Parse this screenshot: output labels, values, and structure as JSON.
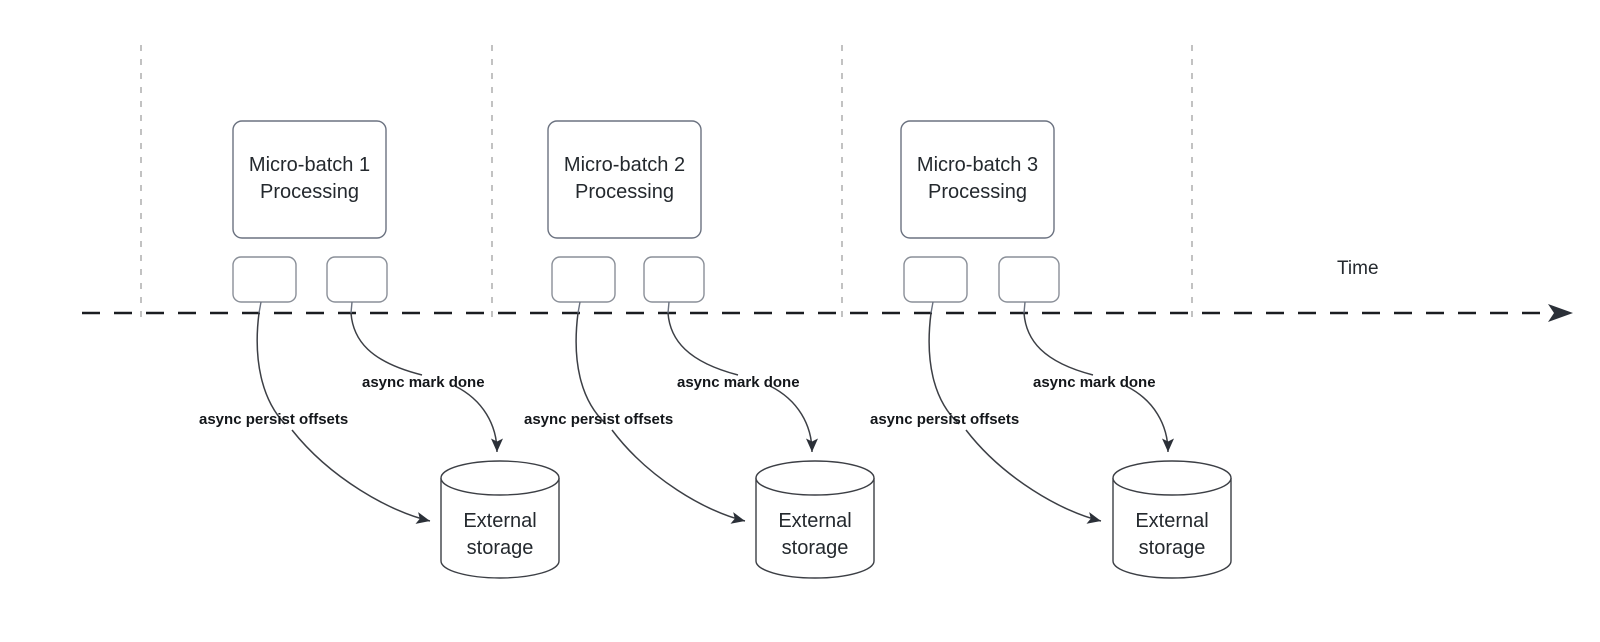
{
  "diagram": {
    "title_present": false,
    "timeline": {
      "axis_label": "Time",
      "style": "dashed-arrow-right"
    },
    "groups": [
      {
        "id": "group-1",
        "batch": {
          "label_line1": "Micro-batch 1",
          "label_line2": "Processing"
        },
        "tasks": [
          {
            "id": "task-1a",
            "label": ""
          },
          {
            "id": "task-1b",
            "label": ""
          }
        ],
        "edges": [
          {
            "id": "edge-persist-1",
            "label": "async persist offsets"
          },
          {
            "id": "edge-mark-1",
            "label": "async mark done"
          }
        ],
        "storage": {
          "label_line1": "External",
          "label_line2": "storage"
        }
      },
      {
        "id": "group-2",
        "batch": {
          "label_line1": "Micro-batch 2",
          "label_line2": "Processing"
        },
        "tasks": [
          {
            "id": "task-2a",
            "label": ""
          },
          {
            "id": "task-2b",
            "label": ""
          }
        ],
        "edges": [
          {
            "id": "edge-persist-2",
            "label": "async persist offsets"
          },
          {
            "id": "edge-mark-2",
            "label": "async mark done"
          }
        ],
        "storage": {
          "label_line1": "External",
          "label_line2": "storage"
        }
      },
      {
        "id": "group-3",
        "batch": {
          "label_line1": "Micro-batch 3",
          "label_line2": "Processing"
        },
        "tasks": [
          {
            "id": "task-3a",
            "label": ""
          },
          {
            "id": "task-3b",
            "label": ""
          }
        ],
        "edges": [
          {
            "id": "edge-persist-3",
            "label": "async persist offsets"
          },
          {
            "id": "edge-mark-3",
            "label": "async mark done"
          }
        ],
        "storage": {
          "label_line1": "External",
          "label_line2": "storage"
        }
      }
    ],
    "colors": {
      "background": "#ffffff",
      "box_stroke": "#6b7280",
      "shape_stroke": "#3c3f45",
      "text": "#24292e",
      "edge_label_text": "#13161a",
      "boundary_dash": "#c2c2c2",
      "timeline": "#1a1d21"
    }
  }
}
